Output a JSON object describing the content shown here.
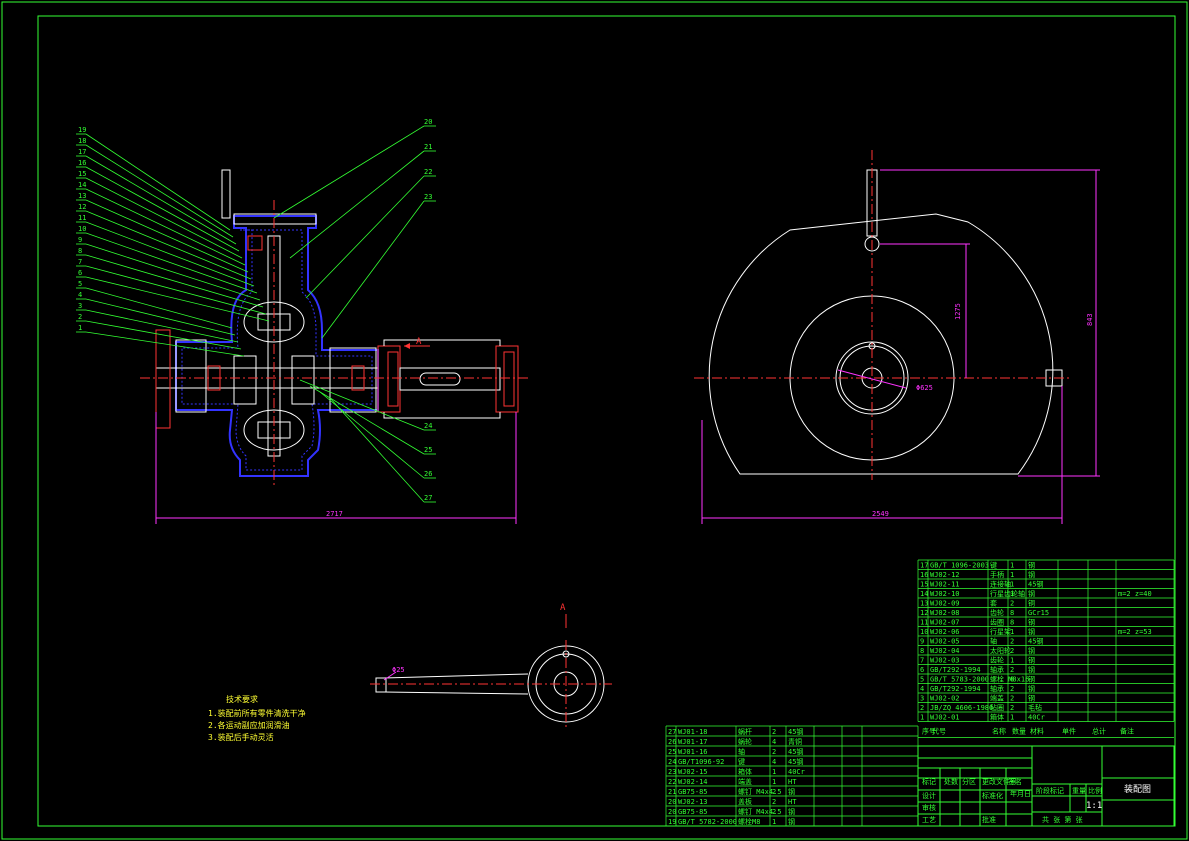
{
  "balloons_left": [
    "19",
    "18",
    "17",
    "16",
    "15",
    "14",
    "13",
    "12",
    "11",
    "10",
    "9",
    "8",
    "7",
    "6",
    "5",
    "4",
    "3",
    "2",
    "1"
  ],
  "balloons_right_top": [
    "20",
    "21",
    "22",
    "23"
  ],
  "balloons_right_bottom": [
    "24",
    "25",
    "26",
    "27"
  ],
  "dims": {
    "main_width": "2717",
    "side_width": "2549",
    "side_height": "843",
    "side_inner": "1275",
    "side_dia": "Φ625",
    "detail_dia": "Φ25"
  },
  "section_label": "A",
  "view_label": "A",
  "notes": {
    "title": "技术要求",
    "lines": [
      "1.装配前所有零件清洗干净",
      "2.各运动副应加润滑油",
      "3.装配后手动灵活"
    ]
  },
  "bom_lower": [
    {
      "no": "27",
      "code": "WJ01-18",
      "name": "蜗杆",
      "qty": "2",
      "mat": "45钢"
    },
    {
      "no": "26",
      "code": "WJ01-17",
      "name": "蜗轮",
      "qty": "4",
      "mat": "青铜"
    },
    {
      "no": "25",
      "code": "WJ01-16",
      "name": "轴",
      "qty": "2",
      "mat": "45钢"
    },
    {
      "no": "24",
      "code": "GB/T1096-92",
      "name": "键",
      "qty": "4",
      "mat": "45钢"
    },
    {
      "no": "23",
      "code": "WJ02-15",
      "name": "箱体",
      "qty": "1",
      "mat": "40Cr"
    },
    {
      "no": "22",
      "code": "WJ02-14",
      "name": "端盖",
      "qty": "1",
      "mat": "HT"
    },
    {
      "no": "21",
      "code": "GB75-85",
      "name": "螺钉 M4x4.5",
      "qty": "2",
      "mat": "钢"
    },
    {
      "no": "20",
      "code": "WJ02-13",
      "name": "盖板",
      "qty": "2",
      "mat": "HT"
    },
    {
      "no": "20",
      "code": "GB75-85",
      "name": "螺钉 M4x4.5",
      "qty": "2",
      "mat": "钢"
    },
    {
      "no": "19",
      "code": "GB/T 5782-2000",
      "name": "螺栓M8",
      "qty": "1",
      "mat": "钢"
    }
  ],
  "bom_upper": [
    {
      "no": "17",
      "code": "GB/T 1096-2003",
      "name": "键",
      "qty": "1",
      "mat": "钢",
      "note": ""
    },
    {
      "no": "16",
      "code": "WJ02-12",
      "name": "手柄",
      "qty": "1",
      "mat": "钢",
      "note": ""
    },
    {
      "no": "15",
      "code": "WJ02-11",
      "name": "连接轴",
      "qty": "1",
      "mat": "45钢",
      "note": ""
    },
    {
      "no": "14",
      "code": "WJ02-10",
      "name": "行星齿轮轴",
      "qty": "1",
      "mat": "钢",
      "note": "m=2 z=40"
    },
    {
      "no": "13",
      "code": "WJ02-09",
      "name": "套",
      "qty": "2",
      "mat": "铜",
      "note": ""
    },
    {
      "no": "12",
      "code": "WJ02-08",
      "name": "齿轮",
      "qty": "8",
      "mat": "GCr15",
      "note": ""
    },
    {
      "no": "11",
      "code": "WJ02-07",
      "name": "齿圈",
      "qty": "8",
      "mat": "钢",
      "note": ""
    },
    {
      "no": "10",
      "code": "WJ02-06",
      "name": "行星架",
      "qty": "1",
      "mat": "钢",
      "note": "m=2 z=53"
    },
    {
      "no": "9",
      "code": "WJ02-05",
      "name": "轴",
      "qty": "2",
      "mat": "45钢",
      "note": ""
    },
    {
      "no": "8",
      "code": "WJ02-04",
      "name": "太阳轮",
      "qty": "2",
      "mat": "钢",
      "note": ""
    },
    {
      "no": "7",
      "code": "WJ02-03",
      "name": "齿轮",
      "qty": "1",
      "mat": "钢",
      "note": ""
    },
    {
      "no": "6",
      "code": "GB/T292-1994",
      "name": "轴承",
      "qty": "2",
      "mat": "钢",
      "note": ""
    },
    {
      "no": "5",
      "code": "GB/T 5783-2000",
      "name": "螺栓 M8x16",
      "qty": "8",
      "mat": "钢",
      "note": ""
    },
    {
      "no": "4",
      "code": "GB/T292-1994",
      "name": "轴承",
      "qty": "2",
      "mat": "钢",
      "note": ""
    },
    {
      "no": "3",
      "code": "WJ02-02",
      "name": "端盖",
      "qty": "2",
      "mat": "钢",
      "note": ""
    },
    {
      "no": "2",
      "code": "JB/ZQ 4606-1986",
      "name": "毡圈",
      "qty": "2",
      "mat": "毛毡",
      "note": ""
    },
    {
      "no": "1",
      "code": "WJ02-01",
      "name": "箱体",
      "qty": "1",
      "mat": "40Cr",
      "note": ""
    }
  ],
  "bom_header": [
    "序号",
    "代号",
    "名称",
    "数量",
    "材料",
    "单件",
    "总计",
    "备注"
  ],
  "title_block": {
    "drawing_name": "装配图",
    "scale": "1:1",
    "labels": [
      "标记",
      "处数",
      "分区",
      "更改文件号",
      "签名",
      "年月日",
      "设计",
      "标准化",
      "阶段标记",
      "重量",
      "比例",
      "审核",
      "工艺",
      "批准",
      "共 张 第 张"
    ]
  },
  "colors": {
    "frame": "#33ff33",
    "line": "#ffffff",
    "part": "#3333ff",
    "center": "#ff3333",
    "dim": "#ff33ff",
    "leader": "#33ff33",
    "note": "#ffff33"
  }
}
